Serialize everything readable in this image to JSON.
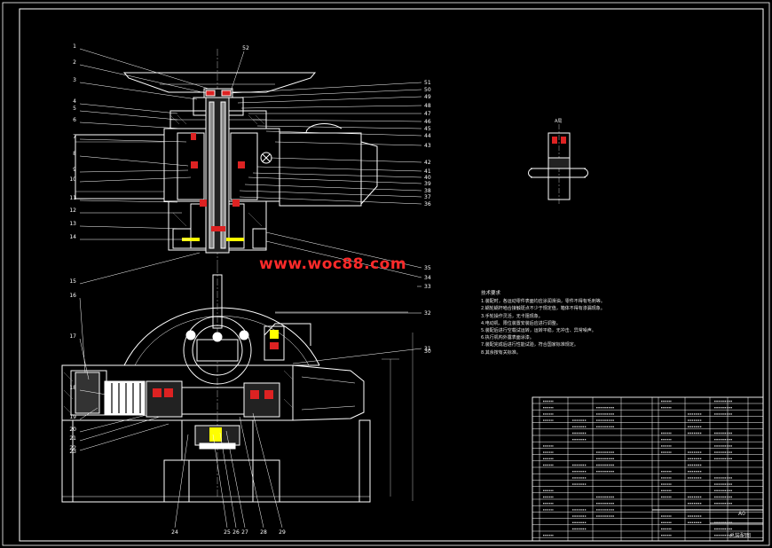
{
  "watermark": "www.woc88.com",
  "section_label": "A局",
  "notes": {
    "title": "技术要求",
    "items": [
      "1.装配时，各运动零件表面均应涂润滑油，零件不得有毛刺等。",
      "2.蜗轮蜗杆啮合接触斑点不少于规定值，箱体不得有渗漏现象。",
      "3.手轮操作灵活，无卡阻现象。",
      "4.电动机、限位装置安装后应进行调整。",
      "5.装配后进行空载试运转，运转平稳，无冲击、异常噪声。",
      "6.执行机构外露表面涂漆。",
      "7.装配完成后进行性能试验，符合国家标准规定。",
      "8.其余按有关标准。"
    ]
  },
  "title_block": {
    "format": "A0",
    "drawing_name": "总装配图"
  },
  "part_labels_left": [
    "1",
    "2",
    "3",
    "4",
    "5",
    "6",
    "7",
    "8",
    "9",
    "10",
    "11",
    "12",
    "13",
    "14",
    "15",
    "16",
    "17",
    "18",
    "19",
    "20",
    "21",
    "22",
    "23"
  ],
  "part_labels_right": [
    "52",
    "51",
    "50",
    "49",
    "48",
    "47",
    "46",
    "45",
    "44",
    "43",
    "42",
    "41",
    "40",
    "39",
    "38",
    "37",
    "36",
    "35",
    "34",
    "33",
    "32",
    "31",
    "30"
  ],
  "part_labels_bottom": [
    "24",
    "25",
    "26",
    "27",
    "28",
    "29"
  ]
}
